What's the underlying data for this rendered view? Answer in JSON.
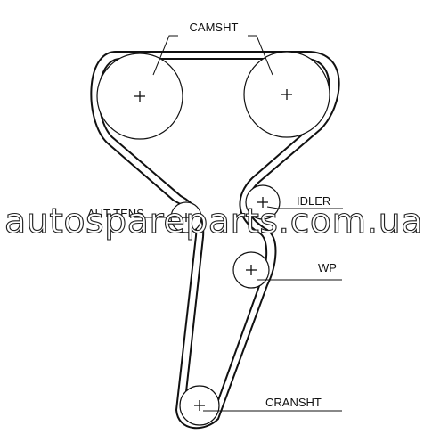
{
  "labels": {
    "camshaft": "CAMSHT",
    "tensioner": "AUT TENS",
    "idler": "IDLER",
    "water_pump": "WP",
    "crankshaft": "CRANSHT"
  },
  "watermark": "autospareparts.com.ua",
  "colors": {
    "line": "#111111",
    "background": "#ffffff"
  }
}
